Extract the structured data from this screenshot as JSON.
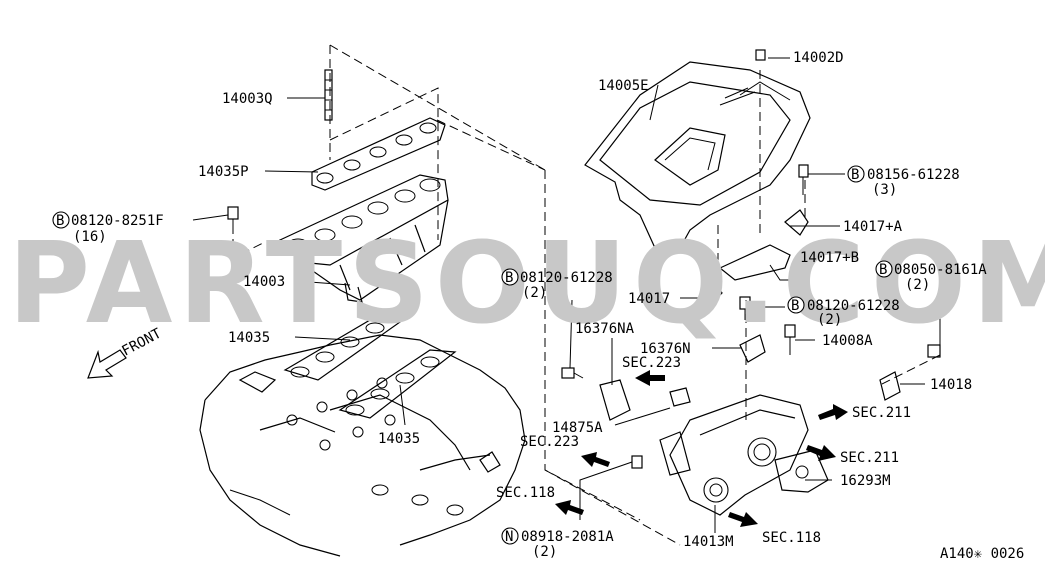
{
  "watermark": "PARTSOUQ.COM",
  "front_label": "FRONT",
  "figure_code": "A140✳ 0026",
  "prefix_b": "B",
  "prefix_n": "N",
  "labels": {
    "p14003Q": "14003Q",
    "p14035P": "14035P",
    "bolt_08120_8251F": "08120-8251F",
    "bolt_08120_8251F_qty": "(16)",
    "p14003": "14003",
    "p14035a": "14035",
    "p14035b": "14035",
    "p14005E": "14005E",
    "p14002D": "14002D",
    "bolt_08156_61228": "08156-61228",
    "bolt_08156_61228_qty": "(3)",
    "p14017A": "14017+A",
    "p14017B": "14017+B",
    "bolt_08050_8161A": "08050-8161A",
    "bolt_08050_8161A_qty": "(2)",
    "bolt_08120_61228a": "08120-61228",
    "bolt_08120_61228a_qty": "(2)",
    "p14017": "14017",
    "bolt_08120_61228b": "08120-61228",
    "bolt_08120_61228b_qty": "(2)",
    "p16376NA": "16376NA",
    "p16376N": "16376N",
    "p14008A": "14008A",
    "sec223a": "SEC.223",
    "p14018": "14018",
    "sec211a": "SEC.211",
    "p14875A": "14875A",
    "sec223b": "SEC.223",
    "sec211b": "SEC.211",
    "p16293M": "16293M",
    "sec118a": "SEC.118",
    "nut_08918_2081A": "08918-2081A",
    "nut_08918_2081A_qty": "(2)",
    "p14013M": "14013M",
    "sec118b": "SEC.118"
  }
}
